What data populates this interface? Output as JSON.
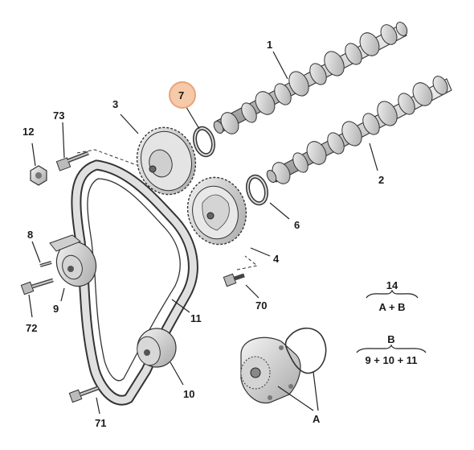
{
  "diagram": {
    "labels": {
      "p1": "1",
      "p2": "2",
      "p3": "3",
      "p4": "4",
      "p6": "6",
      "p7": "7",
      "p8": "8",
      "p9": "9",
      "p10": "10",
      "p11": "11",
      "p12": "12",
      "p70": "70",
      "p71": "71",
      "p72": "72",
      "p73": "73",
      "pA": "A"
    },
    "kits": [
      {
        "number": "14",
        "contents": "A + B"
      },
      {
        "number": "B",
        "contents": "9 + 10 + 11"
      }
    ],
    "colors": {
      "line": "#222222",
      "part_fill": "#e6e6e6",
      "part_dark": "#9a9a9a",
      "highlight_fill": "#f6c9a8",
      "highlight_stroke": "#e8a47a"
    }
  }
}
